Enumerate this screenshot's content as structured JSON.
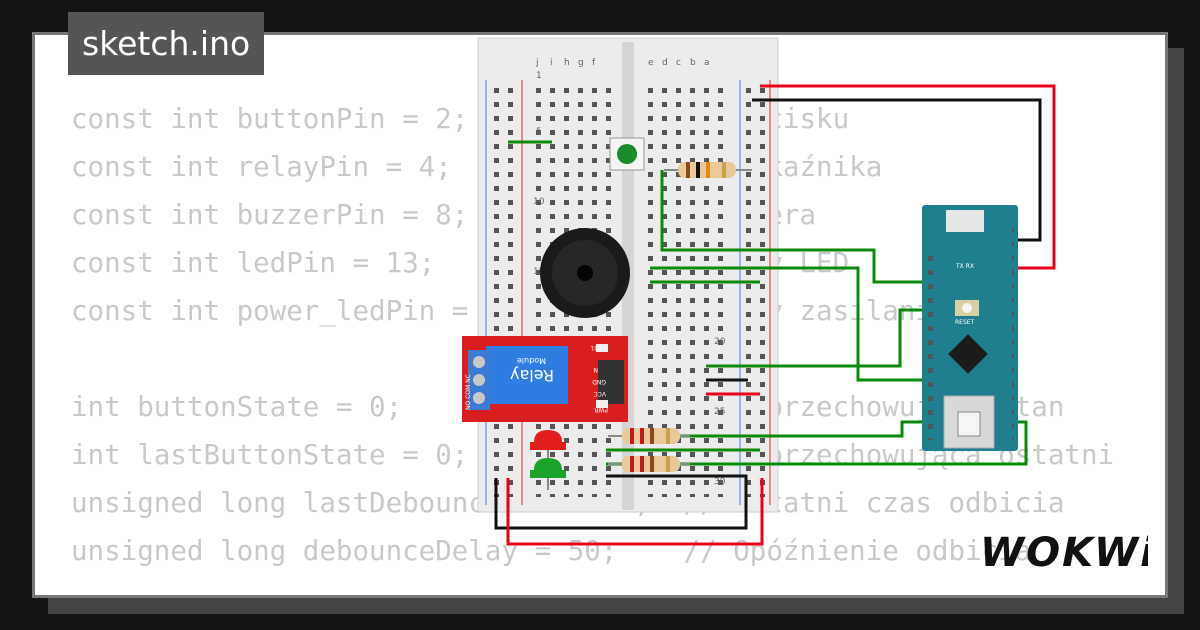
{
  "tab": {
    "filename": "sketch.ino"
  },
  "code": {
    "lines": [
      "const int buttonPin = 2;       // Pin przycisku",
      "const int relayPin = 4;        // Pin przekaźnika",
      "const int buzzerPin = 8;       // Pin buzzera",
      "const int ledPin = 13;         // Pin diody LED",
      "const int power_ledPin = 12;   // Pin diody zasilania",
      "",
      "int buttonState = 0;           // Zmienna przechowująca stan",
      "int lastButtonState = 0;       // Zmienna przechowująca ostatni",
      "unsigned long lastDebounceTime = 0;  // Ostatni czas odbicia",
      "unsigned long debounceDelay = 50;    // Opóźnienie odbicia"
    ]
  },
  "relay": {
    "title": "Relay",
    "subtitle": "Module",
    "pins": [
      "N",
      "GND",
      "VCC"
    ],
    "led": "LED1",
    "pwr": "PWR",
    "terminals": "NO COM NC"
  },
  "arduino": {
    "reset": "RESET",
    "labels": "TX RX"
  },
  "breadboard": {
    "cols_left": [
      "j",
      "i",
      "h",
      "g",
      "f"
    ],
    "cols_right": [
      "e",
      "d",
      "c",
      "b",
      "a"
    ],
    "row_marks": [
      "1",
      "5",
      "10",
      "15",
      "20",
      "25",
      "30"
    ]
  },
  "brand": {
    "name": "WOKWi"
  },
  "colors": {
    "wire_red": "#e8001c",
    "wire_black": "#111111",
    "wire_green": "#0a8a0a",
    "relay_red": "#d81e1e",
    "arduino_teal": "#1f7f8f",
    "led_red": "#e11d1d",
    "led_green": "#1aa32a"
  }
}
